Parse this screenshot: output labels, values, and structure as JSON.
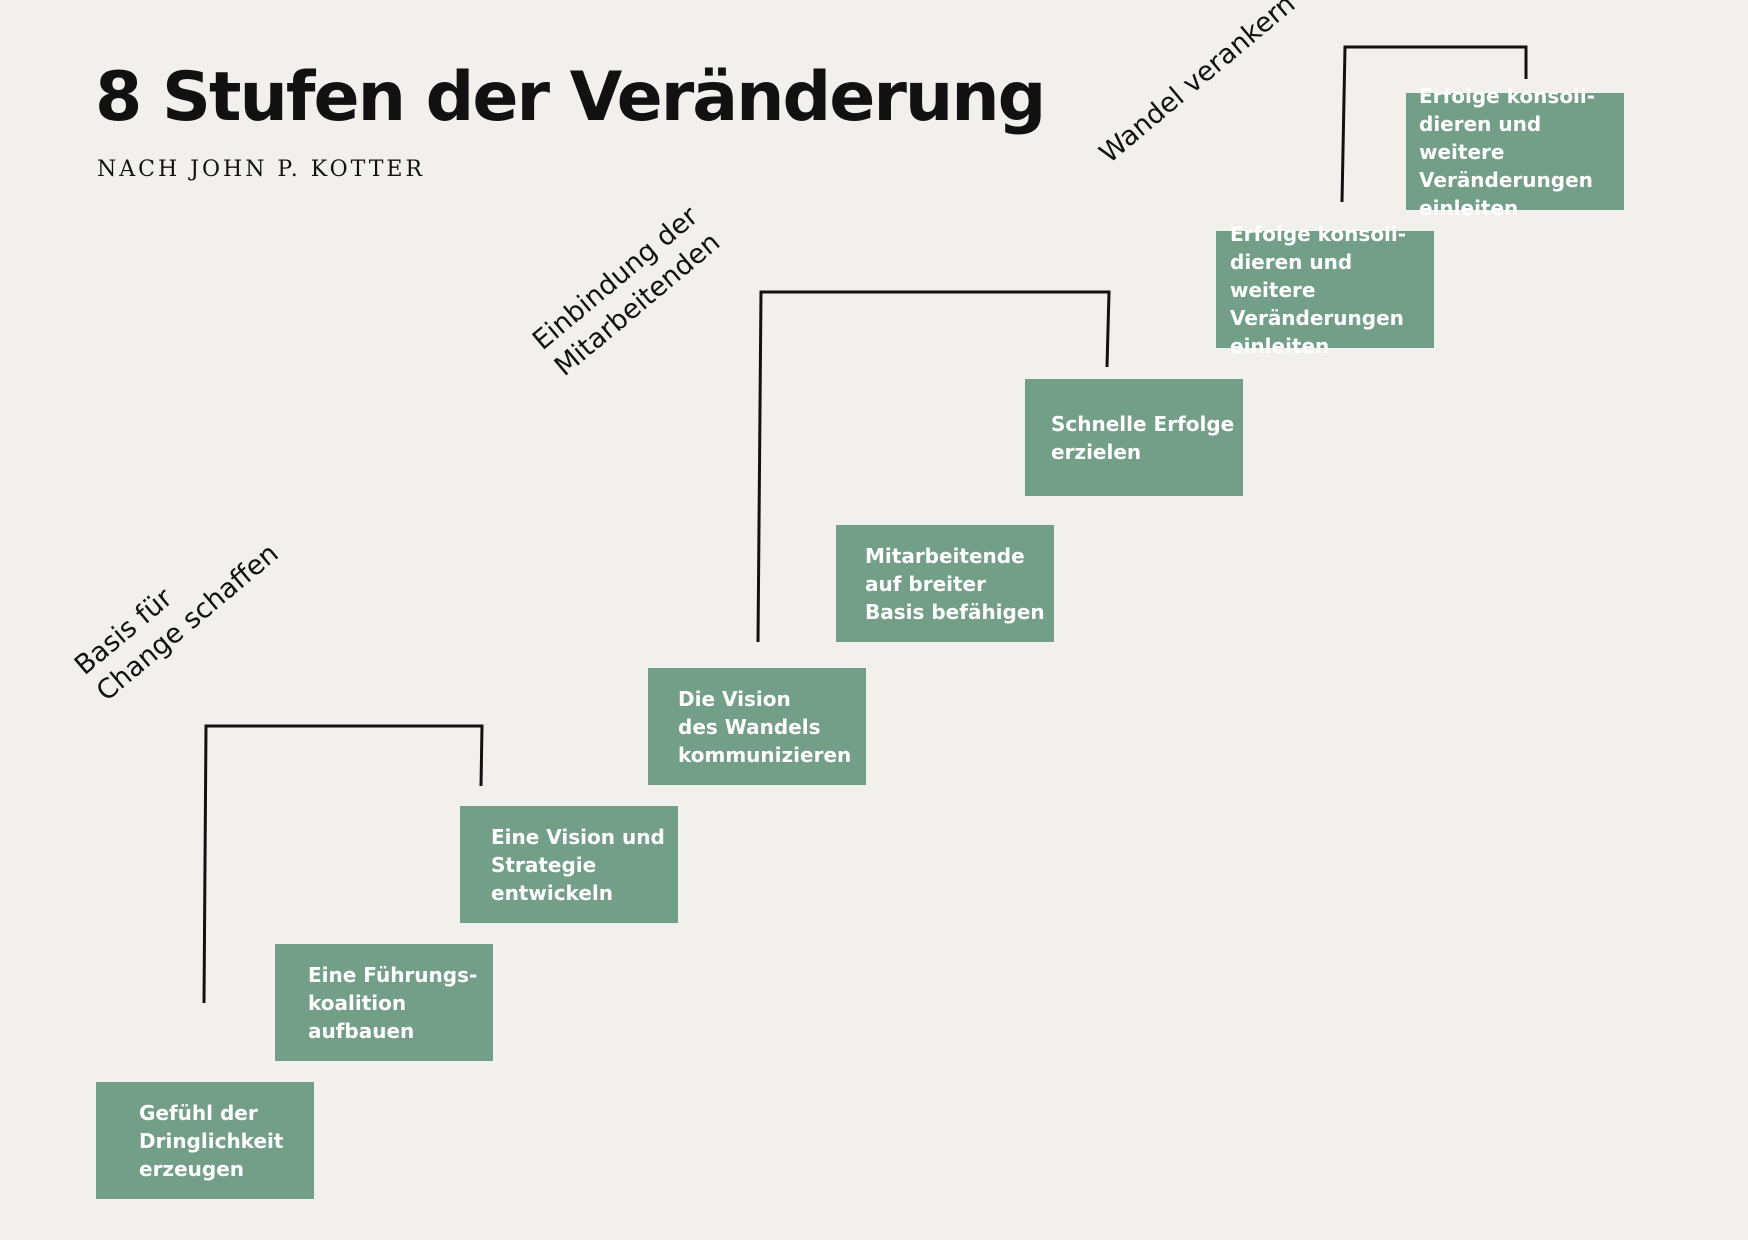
{
  "header": {
    "title": "8 Stufen der Veränderung",
    "subtitle": "NACH JOHN P. KOTTER"
  },
  "phases": [
    {
      "label": "Basis für\nChange schaffen"
    },
    {
      "label": "Einbindung der\nMitarbeitenden"
    },
    {
      "label": "Wandel verankern"
    }
  ],
  "steps": [
    {
      "label": "Gefühl der\nDringlichkeit\nerzeugen"
    },
    {
      "label": "Eine Führungs-\nkoalition\naufbauen"
    },
    {
      "label": "Eine Vision und\nStrategie\nentwickeln"
    },
    {
      "label": "Die Vision\ndes Wandels\nkommunizieren"
    },
    {
      "label": "Mitarbeitende\nauf breiter\nBasis befähigen"
    },
    {
      "label": "Schnelle Erfolge\nerzielen"
    },
    {
      "label": "Erfolge konsoli-\ndieren und weitere\nVeränderungen\neinleiten"
    },
    {
      "label": "Erfolge konsoli-\ndieren und weitere\nVeränderungen\neinleiten"
    }
  ],
  "colors": {
    "background": "#f2f0ec",
    "step_fill": "#739e87",
    "step_text": "#ffffff",
    "line": "#111111"
  }
}
